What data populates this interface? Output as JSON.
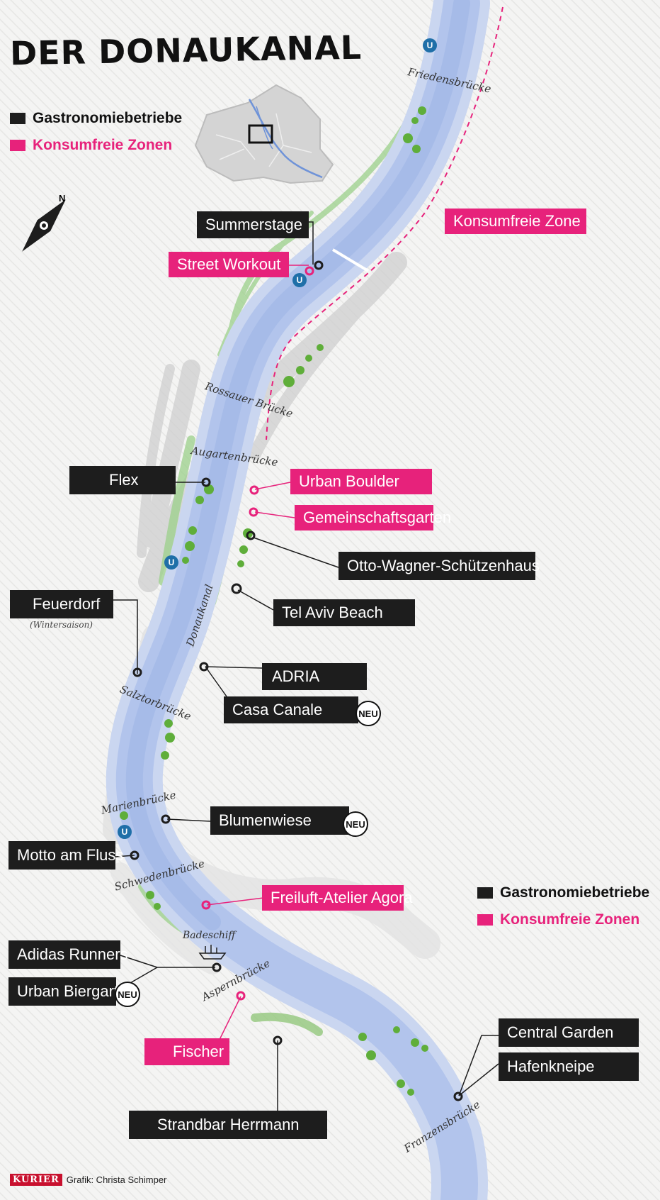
{
  "title": "DER DONAUKANAL",
  "legend_top": {
    "gastro": "Gastronomiebetriebe",
    "konsumfrei": "Konsumfreie Zonen"
  },
  "legend_bottom": {
    "gastro": "Gastronomiebetriebe",
    "konsumfrei": "Konsumfreie Zonen"
  },
  "colors": {
    "gastro": "#1d1d1d",
    "konsumfrei": "#e7227b",
    "water": "#b5c6ec",
    "green": "#7fbf4a",
    "ubahn": "#1f6fa8"
  },
  "compass": {
    "north": "N"
  },
  "ubahn": "U",
  "canal_label": "Donaukanal",
  "bridges": {
    "friedensbruecke": "Friedensbrücke",
    "rossauer": "Rossauer Brücke",
    "augarten": "Augartenbrücke",
    "salztor": "Salztorbrücke",
    "marien": "Marienbrücke",
    "schweden": "Schwedenbrücke",
    "badeschiff": "Badeschiff",
    "aspern": "Aspernbrücke",
    "franzens": "Franzensbrücke"
  },
  "labels": {
    "summerstage": "Summerstage",
    "street_workout": "Street Workout",
    "konsumfreie_zone": "Konsumfreie Zone",
    "flex": "Flex",
    "urban_boulder": "Urban Boulder",
    "gemeinschaftsgarten": "Gemeinschaftsgarten",
    "otto_wagner": "Otto-Wagner-Schützenhaus",
    "feuerdorf": "Feuerdorf",
    "feuerdorf_note": "(Wintersaison)",
    "tel_aviv": "Tel Aviv Beach",
    "adria": "ADRIA",
    "casa_canale": "Casa Canale",
    "blumenwiese": "Blumenwiese",
    "motto": "Motto am Fluss",
    "freiluft": "Freiluft-Atelier Agora",
    "adidas": "Adidas Runners",
    "urban_biergarten": "Urban Biergarte",
    "fischer": "Fischer",
    "strandbar": "Strandbar Herrmann",
    "central_garden": "Central Garden",
    "hafenkneipe": "Hafenkneipe"
  },
  "neu_badge": "NEU",
  "footer": {
    "brand": "KURIER",
    "credit": "Grafik: Christa Schimper"
  }
}
